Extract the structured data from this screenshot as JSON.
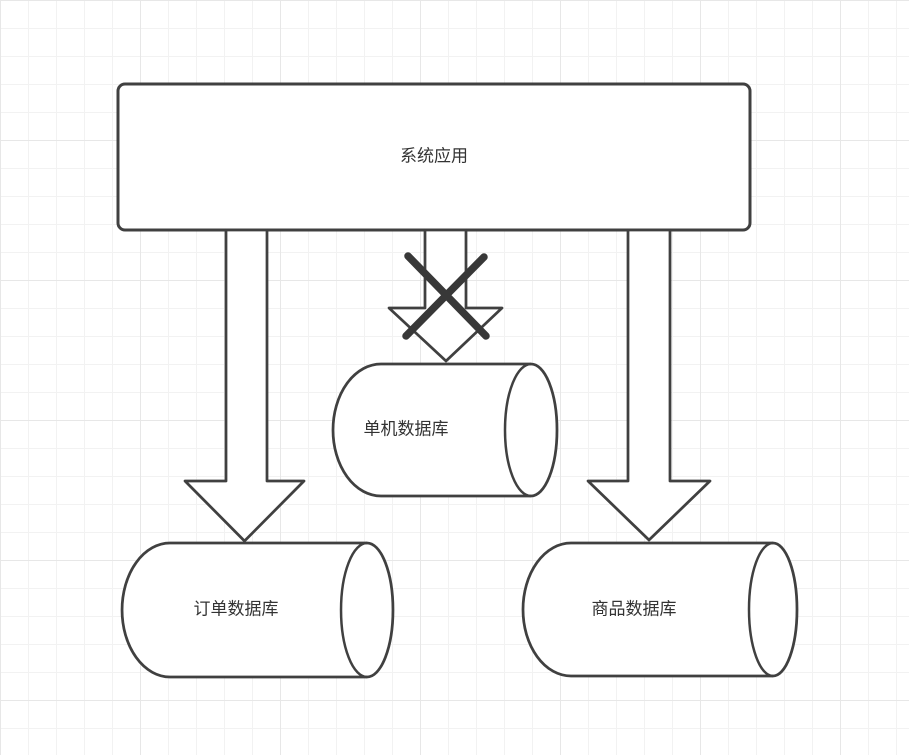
{
  "diagram": {
    "type": "architecture-flowchart",
    "nodes": {
      "app": {
        "label": "系统应用",
        "shape": "rounded-rectangle"
      },
      "single_db": {
        "label": "单机数据库",
        "shape": "horizontal-cylinder"
      },
      "order_db": {
        "label": "订单数据库",
        "shape": "horizontal-cylinder"
      },
      "product_db": {
        "label": "商品数据库",
        "shape": "horizontal-cylinder"
      }
    },
    "edges": [
      {
        "from": "app",
        "to": "order_db",
        "style": "hollow-block-arrow",
        "crossed_out": false
      },
      {
        "from": "app",
        "to": "single_db",
        "style": "hollow-block-arrow",
        "crossed_out": true
      },
      {
        "from": "app",
        "to": "product_db",
        "style": "hollow-block-arrow",
        "crossed_out": false
      }
    ],
    "colors": {
      "background": "#ffffff",
      "grid_minor": "#f2f2f2",
      "grid_major": "#e7e7e7",
      "stroke": "#404040",
      "fill": "#ffffff",
      "text": "#333333",
      "cross": "#383838"
    }
  }
}
